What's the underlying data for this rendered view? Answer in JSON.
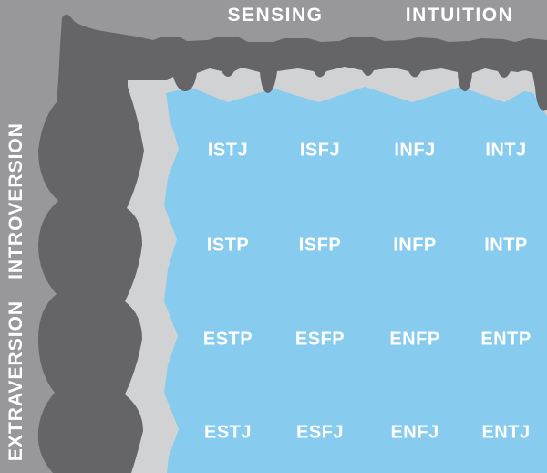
{
  "title": "Myers-Briggs personality type table",
  "colors": {
    "outer_band": "#98989B",
    "melted_band": "#656467",
    "divider_band": "#D1D2D4",
    "grid_background": "#87CBEE",
    "label_text": "#FFFFFF"
  },
  "top_axis": {
    "labels": [
      "SENSING",
      "INTUITION"
    ]
  },
  "left_axis": {
    "labels": [
      "INTROVERSION",
      "EXTRAVERSION"
    ]
  },
  "grid": {
    "rows": [
      [
        "ISTJ",
        "ISFJ",
        "INFJ",
        "INTJ"
      ],
      [
        "ISTP",
        "ISFP",
        "INFP",
        "INTP"
      ],
      [
        "ESTP",
        "ESFP",
        "ENFP",
        "ENTP"
      ],
      [
        "ESTJ",
        "ESFJ",
        "ENFJ",
        "ENTJ"
      ]
    ]
  }
}
